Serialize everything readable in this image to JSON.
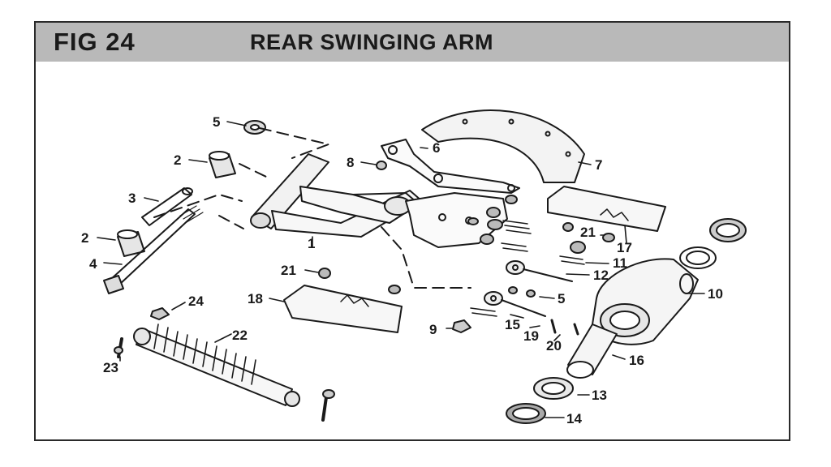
{
  "header": {
    "figure_number": "FIG 24",
    "title": "REAR SWINGING ARM"
  },
  "callouts": [
    {
      "id": "c1",
      "text": "1"
    },
    {
      "id": "c2a",
      "text": "2"
    },
    {
      "id": "c2b",
      "text": "2"
    },
    {
      "id": "c3",
      "text": "3"
    },
    {
      "id": "c4",
      "text": "4"
    },
    {
      "id": "c5a",
      "text": "5"
    },
    {
      "id": "c5b",
      "text": "5"
    },
    {
      "id": "c6",
      "text": "6"
    },
    {
      "id": "c7",
      "text": "7"
    },
    {
      "id": "c8",
      "text": "8"
    },
    {
      "id": "c9",
      "text": "9"
    },
    {
      "id": "c10",
      "text": "10"
    },
    {
      "id": "c11",
      "text": "11"
    },
    {
      "id": "c12",
      "text": "12"
    },
    {
      "id": "c13",
      "text": "13"
    },
    {
      "id": "c14",
      "text": "14"
    },
    {
      "id": "c15",
      "text": "15"
    },
    {
      "id": "c16",
      "text": "16"
    },
    {
      "id": "c17",
      "text": "17"
    },
    {
      "id": "c18",
      "text": "18"
    },
    {
      "id": "c19",
      "text": "19"
    },
    {
      "id": "c20",
      "text": "20"
    },
    {
      "id": "c21a",
      "text": "21"
    },
    {
      "id": "c21b",
      "text": "21"
    },
    {
      "id": "c22",
      "text": "22"
    },
    {
      "id": "c23",
      "text": "23"
    },
    {
      "id": "c24",
      "text": "24"
    }
  ]
}
